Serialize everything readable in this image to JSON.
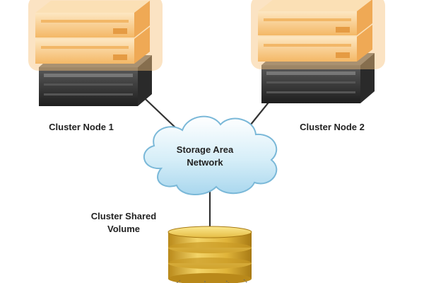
{
  "diagram": {
    "nodes": {
      "node1": {
        "label": "Cluster Node 1"
      },
      "node2": {
        "label": "Cluster Node 2"
      },
      "san": {
        "line1": "Storage Area",
        "line2": "Network"
      },
      "csv": {
        "line1": "Cluster Shared",
        "line2": "Volume"
      }
    },
    "edges": [
      {
        "from": "node1",
        "to": "san"
      },
      {
        "from": "node2",
        "to": "san"
      },
      {
        "from": "san",
        "to": "csv"
      }
    ],
    "colors": {
      "server_glow": "#f6c27a",
      "server_highlight": "#fbe0b5",
      "server_dark": "#3a3a3a",
      "cloud_fill": "#d6eef8",
      "cloud_edge": "#7ab8d8",
      "disk_gold": "#e0b43a",
      "disk_dark": "#b9891a",
      "connector": "#333333"
    },
    "icons": {
      "servers": "server-rack-icon",
      "network": "cloud-icon",
      "storage": "disk-stack-icon"
    }
  }
}
